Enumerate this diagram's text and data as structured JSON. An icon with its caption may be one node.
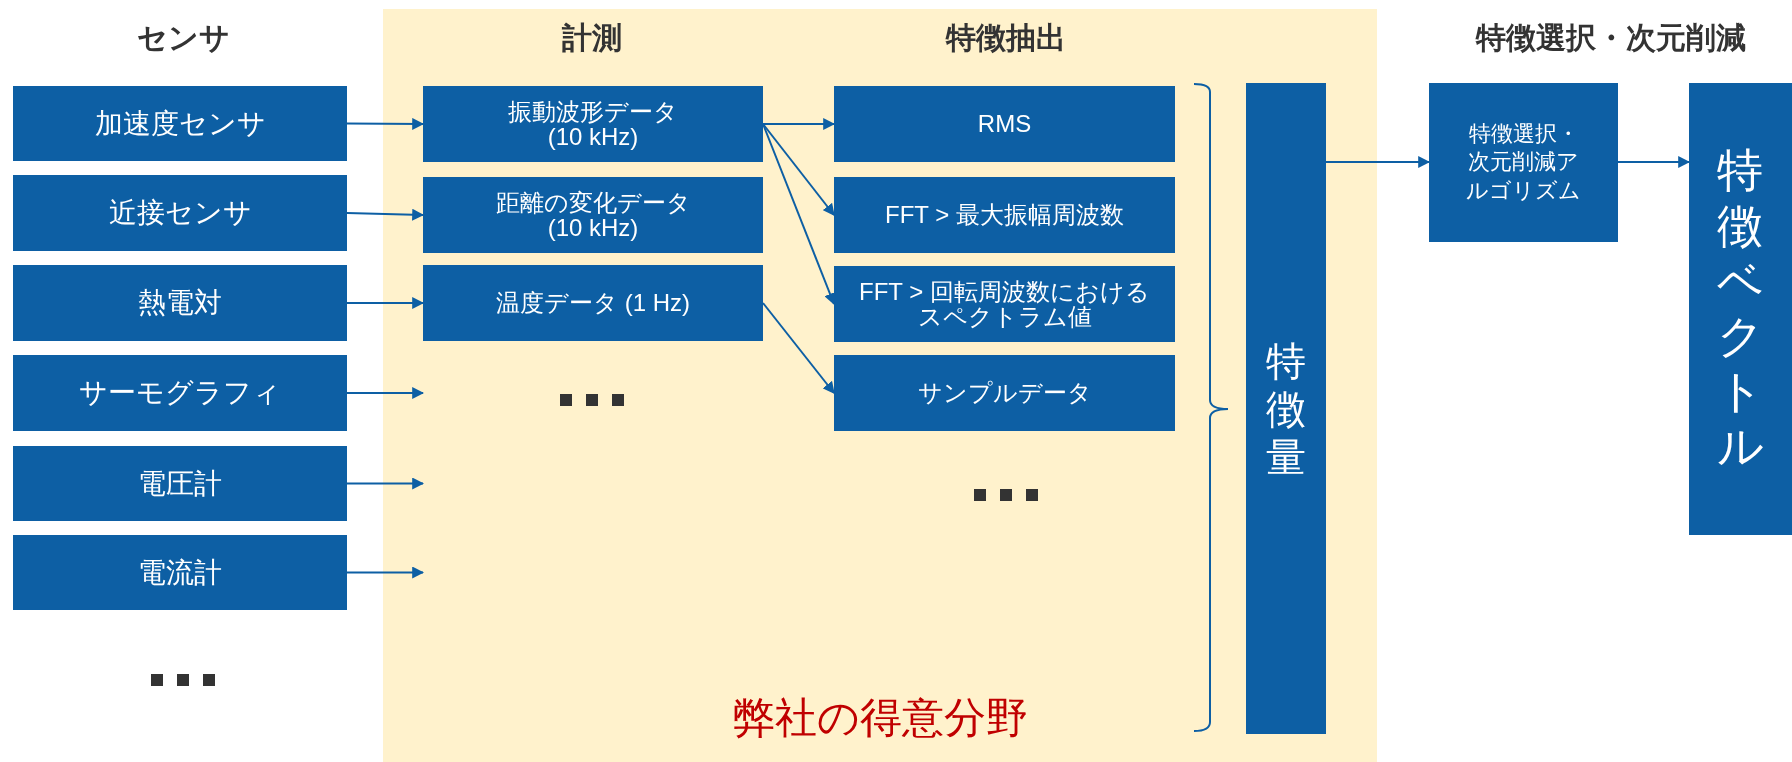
{
  "diagram": {
    "nodes": [
      {
        "text": [
          "加速度センサ"
        ]
      },
      {
        "text": [
          "近接センサ"
        ]
      },
      {
        "text": [
          "熱電対"
        ]
      },
      {
        "text": [
          "サーモグラフィ"
        ]
      },
      {
        "text": [
          "電圧計"
        ]
      },
      {
        "text": [
          "電流計"
        ]
      },
      {
        "text": [
          "弊社の得意分野"
        ]
      },
      {
        "text": [
          "振動波形データ (10 kHz)"
        ],
        "in": 6
      },
      {
        "text": [
          "距離の変化データ (10 kHz)"
        ],
        "in": 6
      },
      {
        "text": [
          "温度データ (1 Hz)"
        ],
        "in": 6
      },
      {
        "text": [
          "RMS"
        ],
        "in": 6
      },
      {
        "text": [
          "FFT > 最大振幅周波数"
        ],
        "in": 6
      },
      {
        "text": [
          "FFT > 回転周波数におけるスペクトラム値"
        ],
        "in": 6
      },
      {
        "text": [
          "サンプルデータ"
        ],
        "in": 6
      },
      {
        "text": [
          "特徴量"
        ],
        "in": 6
      },
      {
        "text": [
          "特徴選択・次元削減アルゴリズム"
        ]
      },
      {
        "text": [
          "特徴ベクトル"
        ]
      }
    ],
    "edges": [
      {
        "from": 0,
        "to": 7,
        "arrow": "to"
      },
      {
        "from": 1,
        "to": 8,
        "arrow": "to"
      },
      {
        "from": 2,
        "to": 9,
        "arrow": "to"
      },
      {
        "from": 3,
        "to": 6,
        "arrow": "to"
      },
      {
        "from": 4,
        "to": 6,
        "arrow": "to"
      },
      {
        "from": 5,
        "to": 6,
        "arrow": "to"
      },
      {
        "from": 7,
        "to": 10,
        "arrow": "to"
      },
      {
        "from": 7,
        "to": 11,
        "arrow": "to"
      },
      {
        "from": 7,
        "to": 12,
        "arrow": "to"
      },
      {
        "from": 9,
        "to": 13,
        "arrow": "to"
      },
      {
        "from": 14,
        "to": 15,
        "arrow": "to"
      },
      {
        "from": 15,
        "to": 16,
        "arrow": "to"
      }
    ],
    "labels": [
      "センサ",
      "計測",
      "特徴抽出",
      "特徴選択・次元削減"
    ]
  }
}
